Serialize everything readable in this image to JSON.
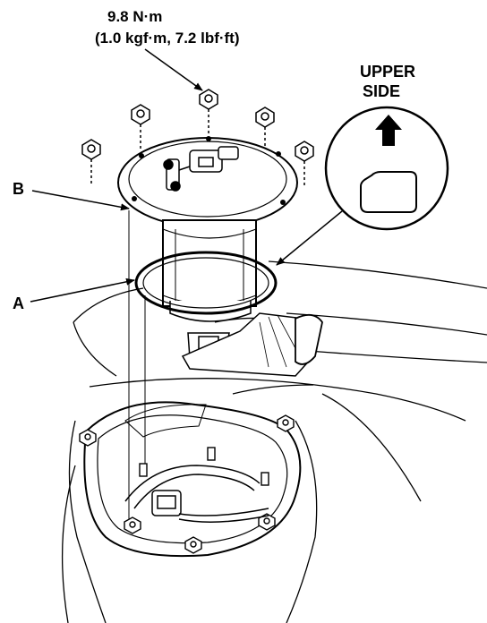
{
  "torque": {
    "line1": "9.8 N·m",
    "line2": "(1.0 kgf·m, 7.2 lbf·ft)"
  },
  "callout": {
    "line1": "UPPER",
    "line2": "SIDE"
  },
  "labels": {
    "a": "A",
    "b": "B"
  }
}
